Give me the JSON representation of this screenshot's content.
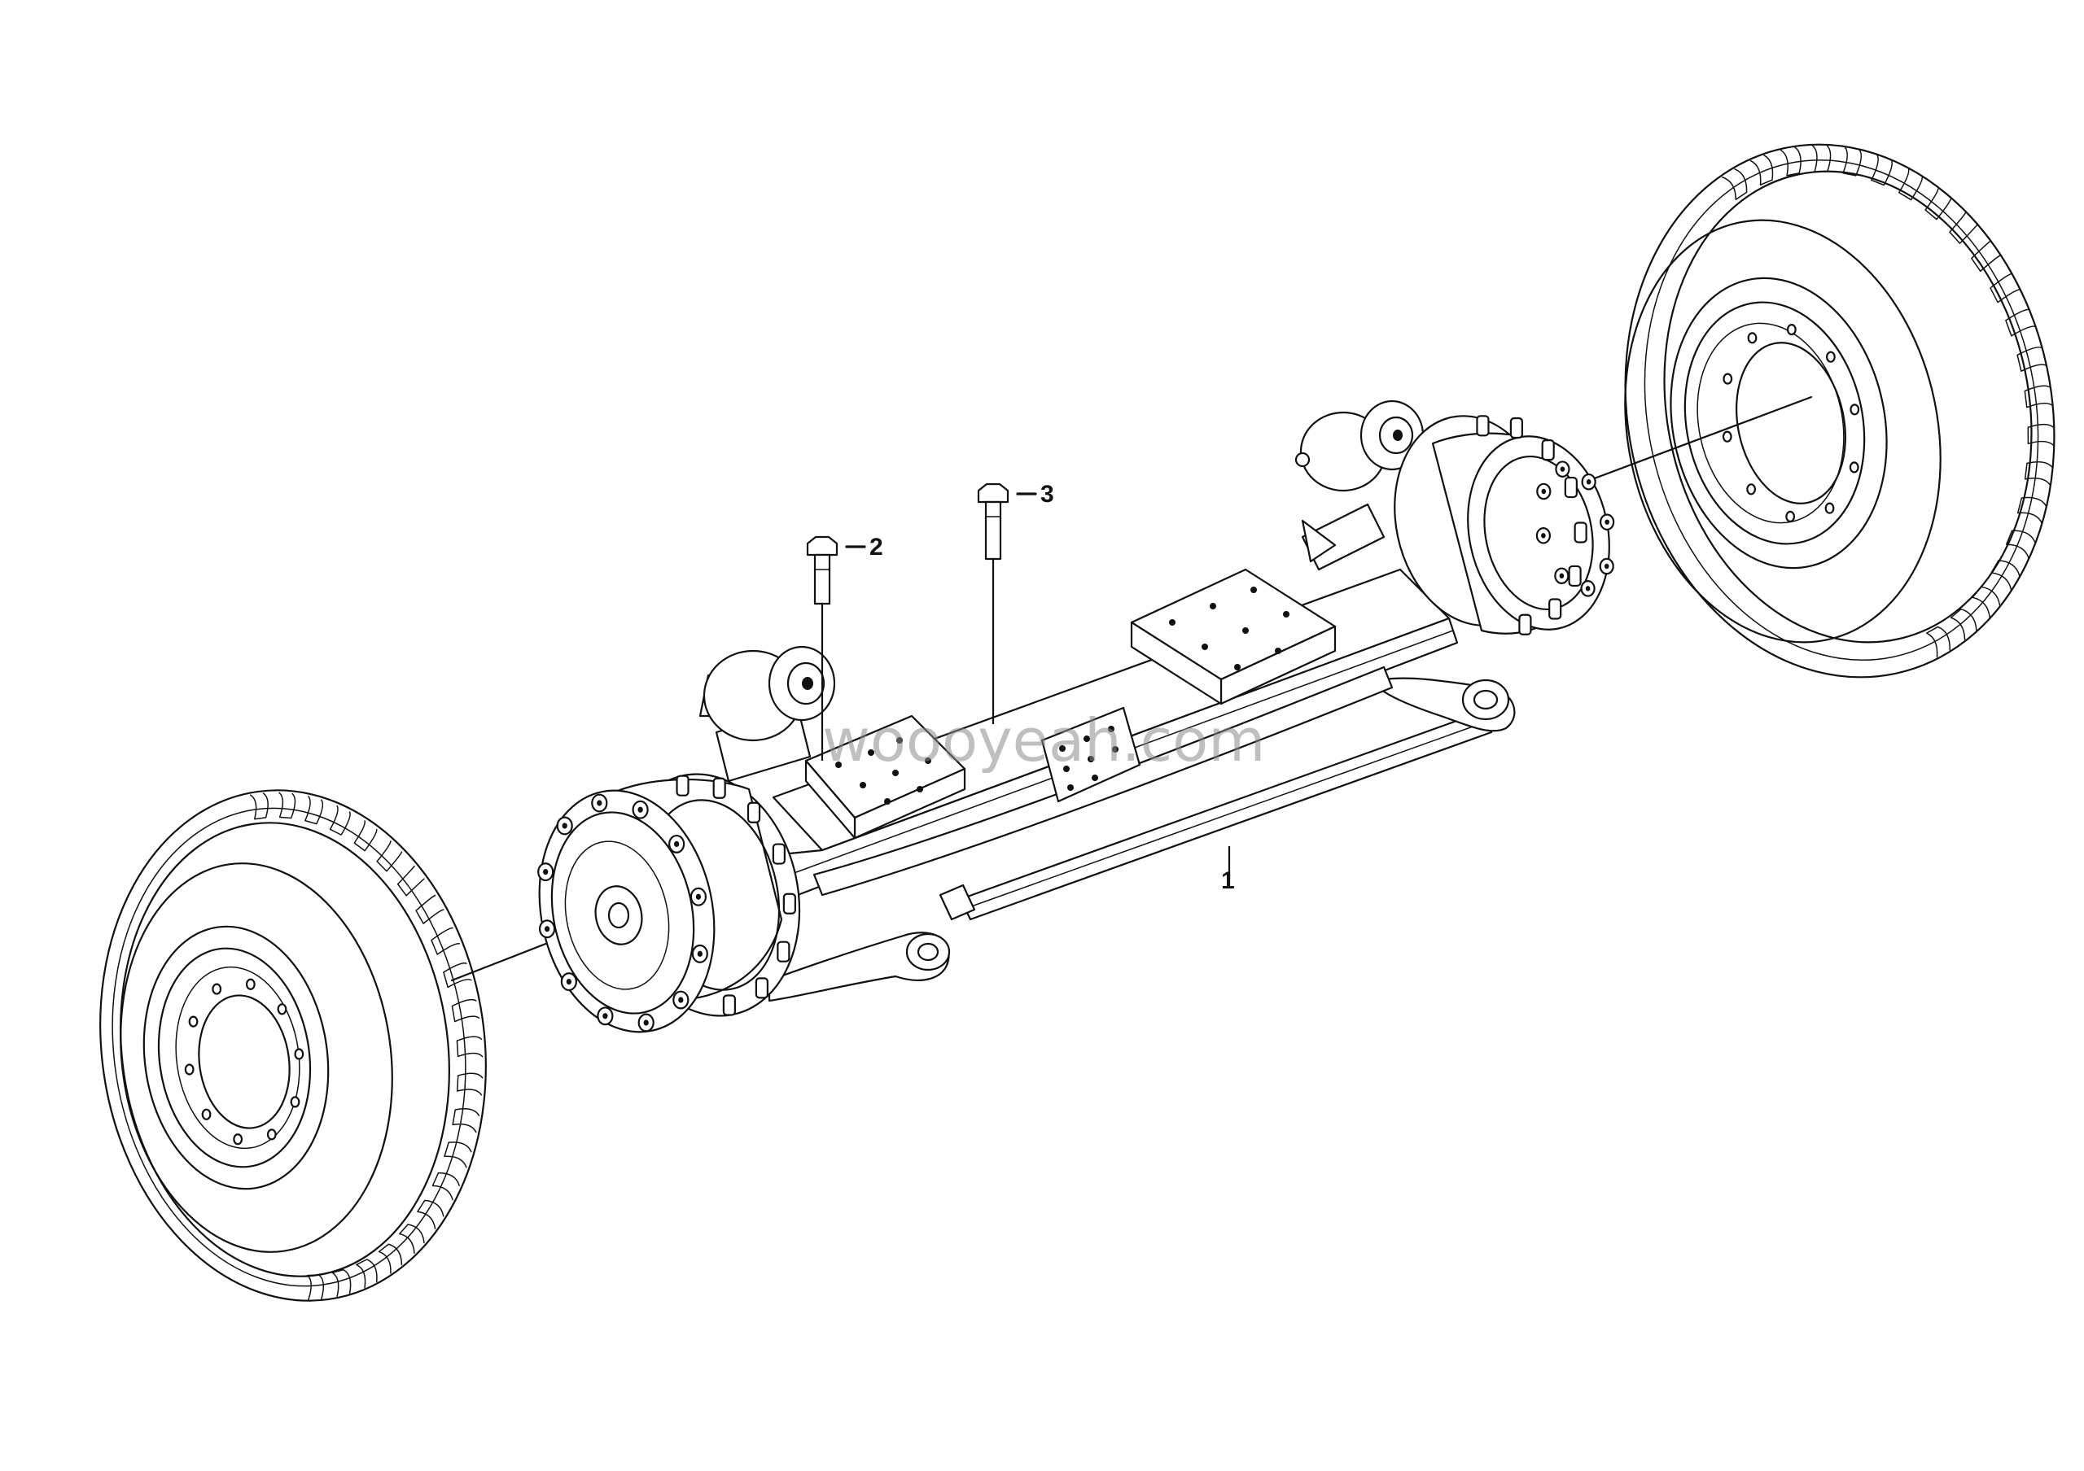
{
  "callouts": [
    {
      "id": "1",
      "label": "1"
    },
    {
      "id": "2",
      "label": "2"
    },
    {
      "id": "3",
      "label": "3"
    }
  ],
  "watermark": "woooyeah.com",
  "colors": {
    "line": "#111111",
    "background": "#ffffff",
    "watermark": "#8a8a8a"
  }
}
